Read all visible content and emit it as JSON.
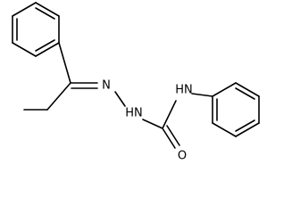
{
  "molecule": {
    "atoms": {
      "n_imine": "N",
      "n_hydrazide": "HN",
      "n_amide": "HN",
      "o_carbonyl": "O"
    }
  }
}
